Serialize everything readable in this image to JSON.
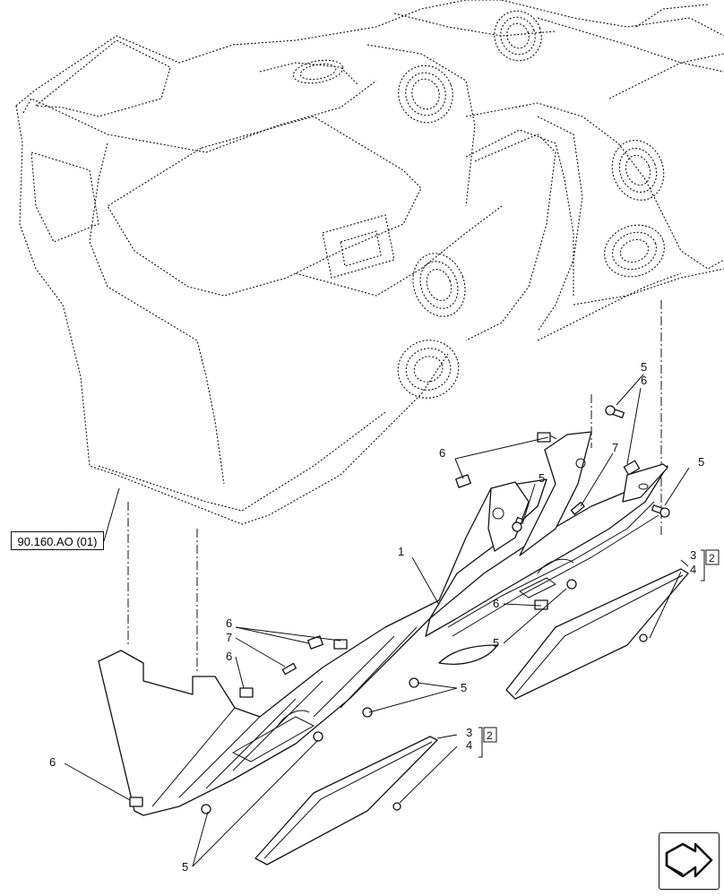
{
  "reference_link": {
    "text": "90.160.AO (01)"
  },
  "callouts": {
    "part_1": "1",
    "part_3a": "3",
    "part_4a": "4",
    "part_3b": "3",
    "part_4b": "4",
    "part_5a": "5",
    "part_5b": "5",
    "part_5c": "5",
    "part_5d": "5",
    "part_5e": "5",
    "part_5f": "5",
    "part_6a": "6",
    "part_6b": "6",
    "part_6c": "6",
    "part_6d": "6",
    "part_6e": "6",
    "part_7a": "7",
    "part_7b": "7",
    "note_a": "2",
    "note_b": "2"
  },
  "navigation": {
    "icon": "next-arrow-icon"
  }
}
